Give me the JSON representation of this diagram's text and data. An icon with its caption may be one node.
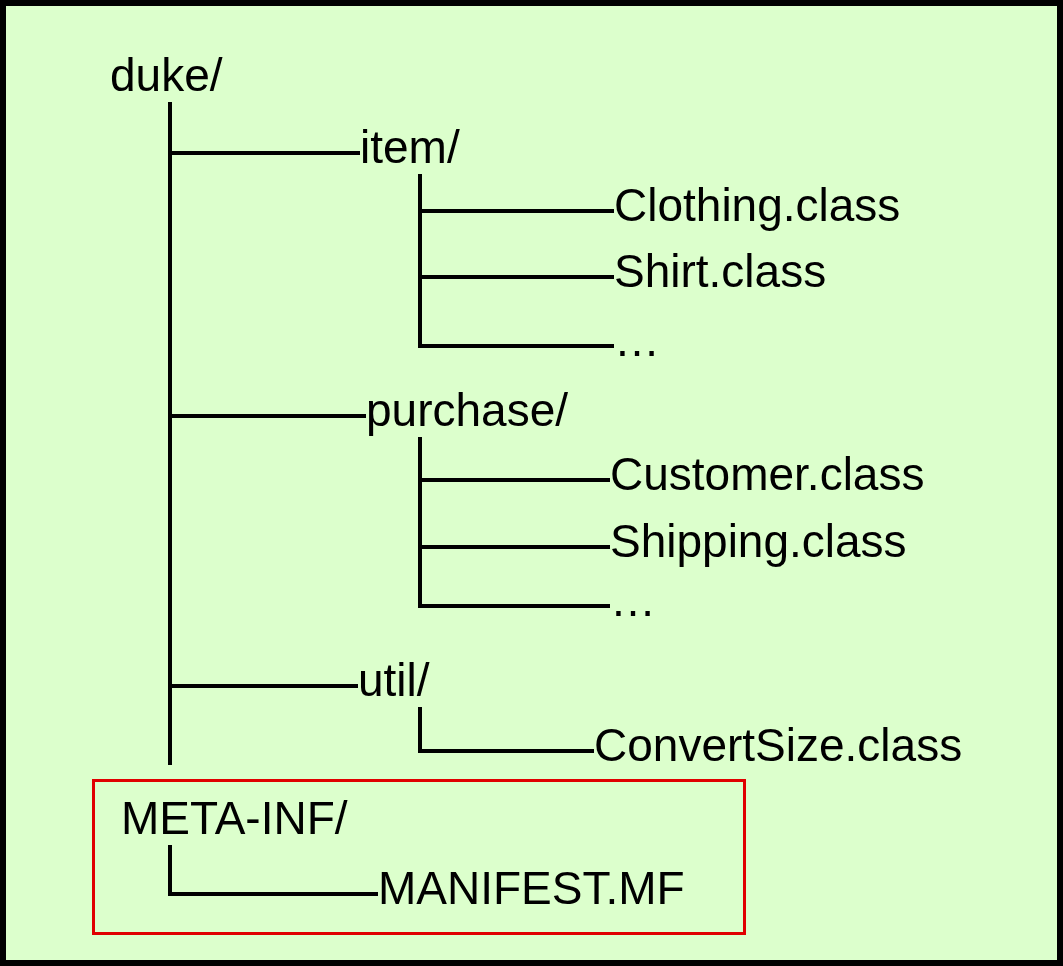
{
  "diagram": {
    "nodes": [
      {
        "text": [
          "duke/"
        ]
      },
      {
        "text": [
          "item/"
        ]
      },
      {
        "text": [
          "Clothing.class"
        ]
      },
      {
        "text": [
          "Shirt.class"
        ]
      },
      {
        "text": [
          "…"
        ]
      },
      {
        "text": [
          "purchase/"
        ]
      },
      {
        "text": [
          "Customer.class"
        ]
      },
      {
        "text": [
          "Shipping.class"
        ]
      },
      {
        "text": [
          "…"
        ]
      },
      {
        "text": [
          "util/"
        ]
      },
      {
        "text": [
          "ConvertSize.class"
        ]
      },
      {
        "text": [],
        "shape": "box"
      },
      {
        "text": [
          "META-INF/"
        ],
        "in": 11
      },
      {
        "text": [
          "MANIFEST.MF"
        ],
        "in": 11
      }
    ],
    "edges": [
      {
        "from": 0,
        "to": 1,
        "arrow": "none"
      },
      {
        "from": 0,
        "to": 5,
        "arrow": "none"
      },
      {
        "from": 0,
        "to": 9,
        "arrow": "none"
      },
      {
        "from": 1,
        "to": 2,
        "arrow": "none"
      },
      {
        "from": 1,
        "to": 3,
        "arrow": "none"
      },
      {
        "from": 1,
        "to": 4,
        "arrow": "none"
      },
      {
        "from": 5,
        "to": 6,
        "arrow": "none"
      },
      {
        "from": 5,
        "to": 7,
        "arrow": "none"
      },
      {
        "from": 5,
        "to": 8,
        "arrow": "none"
      },
      {
        "from": 9,
        "to": 10,
        "arrow": "none"
      },
      {
        "from": 12,
        "to": 13,
        "arrow": "none"
      }
    ]
  }
}
